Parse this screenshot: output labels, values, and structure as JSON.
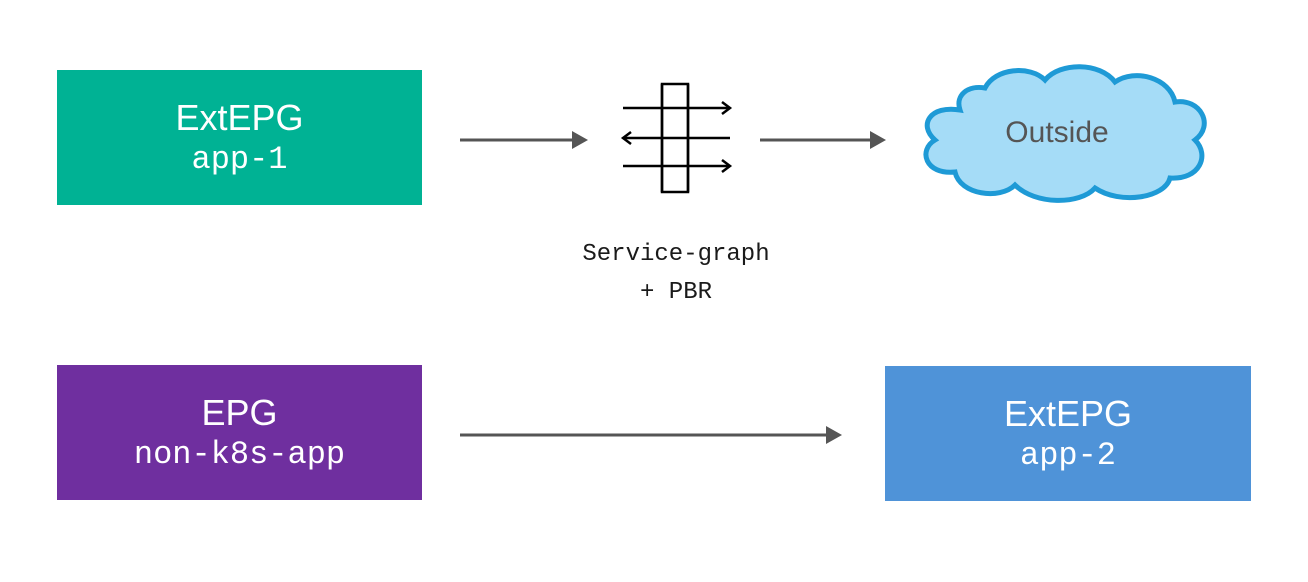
{
  "nodes": {
    "extepg_app1": {
      "title": "ExtEPG",
      "subtitle": "app-1",
      "color": "#00B294"
    },
    "epg_nonk8s": {
      "title": "EPG",
      "subtitle": "non-k8s-app",
      "color": "#6F2F9F"
    },
    "extepg_app2": {
      "title": "ExtEPG",
      "subtitle": "app-2",
      "color": "#4F93D8"
    },
    "outside": {
      "label": "Outside",
      "fill": "#A5DCF7",
      "stroke": "#1E9AD6"
    },
    "service_graph": {
      "line1": "Service-graph",
      "line2": "+ PBR",
      "icon": "service-graph-icon"
    }
  },
  "edges": [
    {
      "from": "extepg_app1",
      "to": "service_graph"
    },
    {
      "from": "service_graph",
      "to": "outside"
    },
    {
      "from": "epg_nonk8s",
      "to": "extepg_app2"
    }
  ],
  "colors": {
    "arrow": "#555555",
    "icon": "#000000"
  }
}
